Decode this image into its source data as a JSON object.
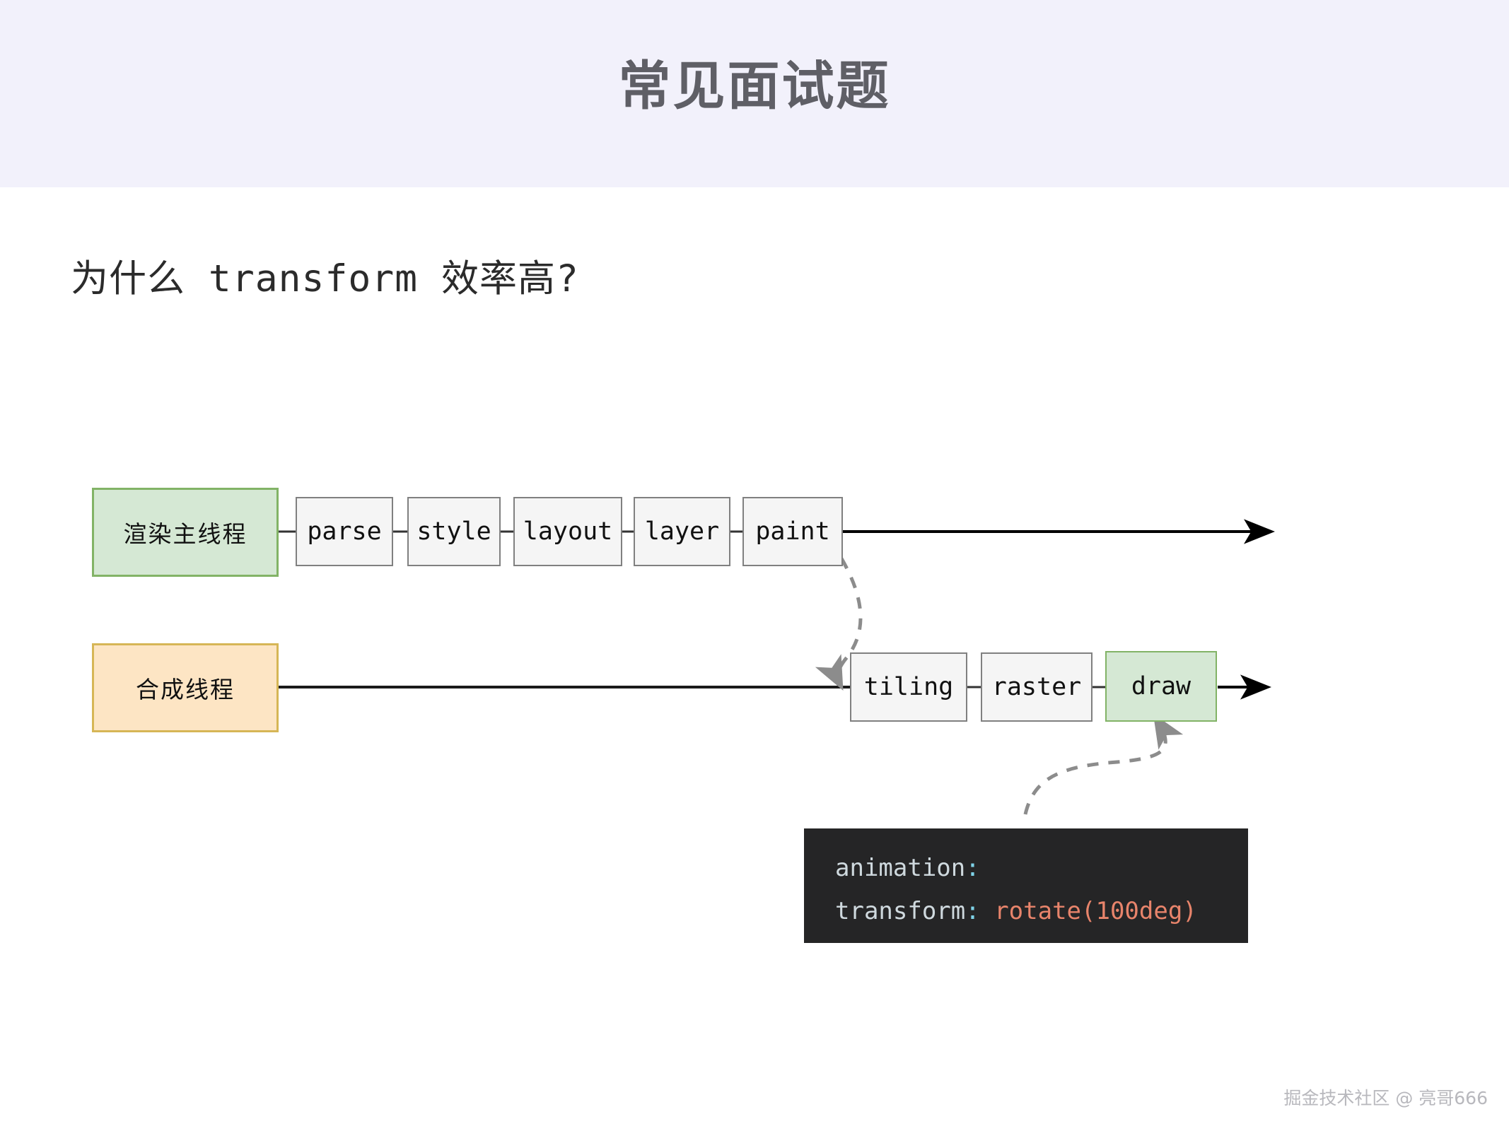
{
  "header": {
    "title": "常见面试题",
    "band_color": "#f2f1fb",
    "title_color": "#5f5f66"
  },
  "subtitle": "为什么 transform 效率高?",
  "diagram": {
    "lanes": [
      {
        "id": "render-main-thread",
        "label": "渲染主线程",
        "fill": "#d5e8d4",
        "stroke": "#82b366",
        "steps": [
          "parse",
          "style",
          "layout",
          "layer",
          "paint"
        ]
      },
      {
        "id": "compositor-thread",
        "label": "合成线程",
        "fill": "#fde5c4",
        "stroke": "#d6b656",
        "steps": [
          "tiling",
          "raster",
          "draw"
        ]
      }
    ],
    "highlighted_step": "draw",
    "highlight_fill": "#d5e8d4",
    "highlight_stroke": "#82b366",
    "step_fill": "#f5f5f5",
    "step_stroke": "#808080",
    "arrow_color": "#000000",
    "dashed_arrow_color": "#8c8c8c"
  },
  "code": {
    "background": "#252526",
    "lines": [
      {
        "prop": "animation",
        "colon": ":",
        "value": ""
      },
      {
        "prop": "transform",
        "colon": ":",
        "value": "rotate(100deg)"
      }
    ],
    "prop_color": "#cfd9de",
    "colon_color": "#7fd3e8",
    "value_color": "#e8846b"
  },
  "footer": {
    "credit": "掘金技术社区 @ 亮哥666"
  }
}
